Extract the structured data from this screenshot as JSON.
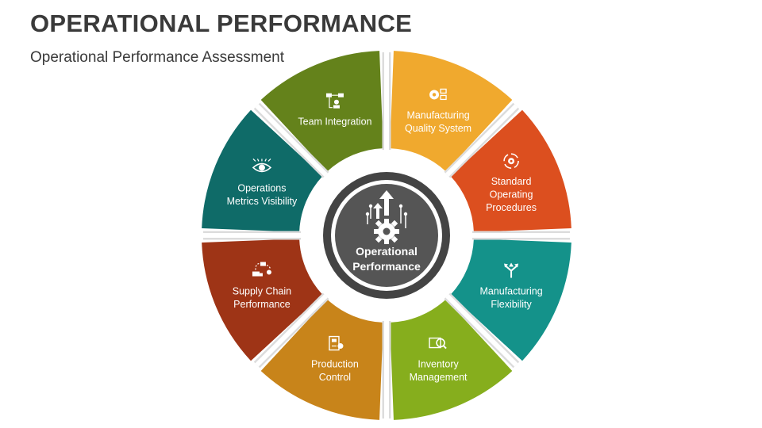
{
  "header": {
    "title": "OPERATIONAL PERFORMANCE",
    "subtitle": "Operational Performance Assessment"
  },
  "center": {
    "line1": "Operational",
    "line2": "Performance",
    "icon": "growth-gear-icon",
    "color": "#555555"
  },
  "segments": [
    {
      "lines": [
        "Manufacturing",
        "Quality System"
      ],
      "color": "#F0A92E",
      "icon": "quality-check-gear-icon"
    },
    {
      "lines": [
        "Standard",
        "Operating",
        "Procedures"
      ],
      "color": "#DC4F1F",
      "icon": "cycle-gear-icon"
    },
    {
      "lines": [
        "Manufacturing",
        "Flexibility"
      ],
      "color": "#14928A",
      "icon": "split-arrows-icon"
    },
    {
      "lines": [
        "Inventory",
        "Management"
      ],
      "color": "#86AE1D",
      "icon": "inventory-search-icon"
    },
    {
      "lines": [
        "Production",
        "Control"
      ],
      "color": "#C8841A",
      "icon": "production-panel-icon"
    },
    {
      "lines": [
        "Supply Chain",
        "Performance"
      ],
      "color": "#9E3416",
      "icon": "supply-chain-truck-icon"
    },
    {
      "lines": [
        "Operations",
        "Metrics Visibility"
      ],
      "color": "#0F6B68",
      "icon": "eye-icon"
    },
    {
      "lines": [
        "Team Integration"
      ],
      "color": "#64821B",
      "icon": "team-network-icon"
    }
  ]
}
